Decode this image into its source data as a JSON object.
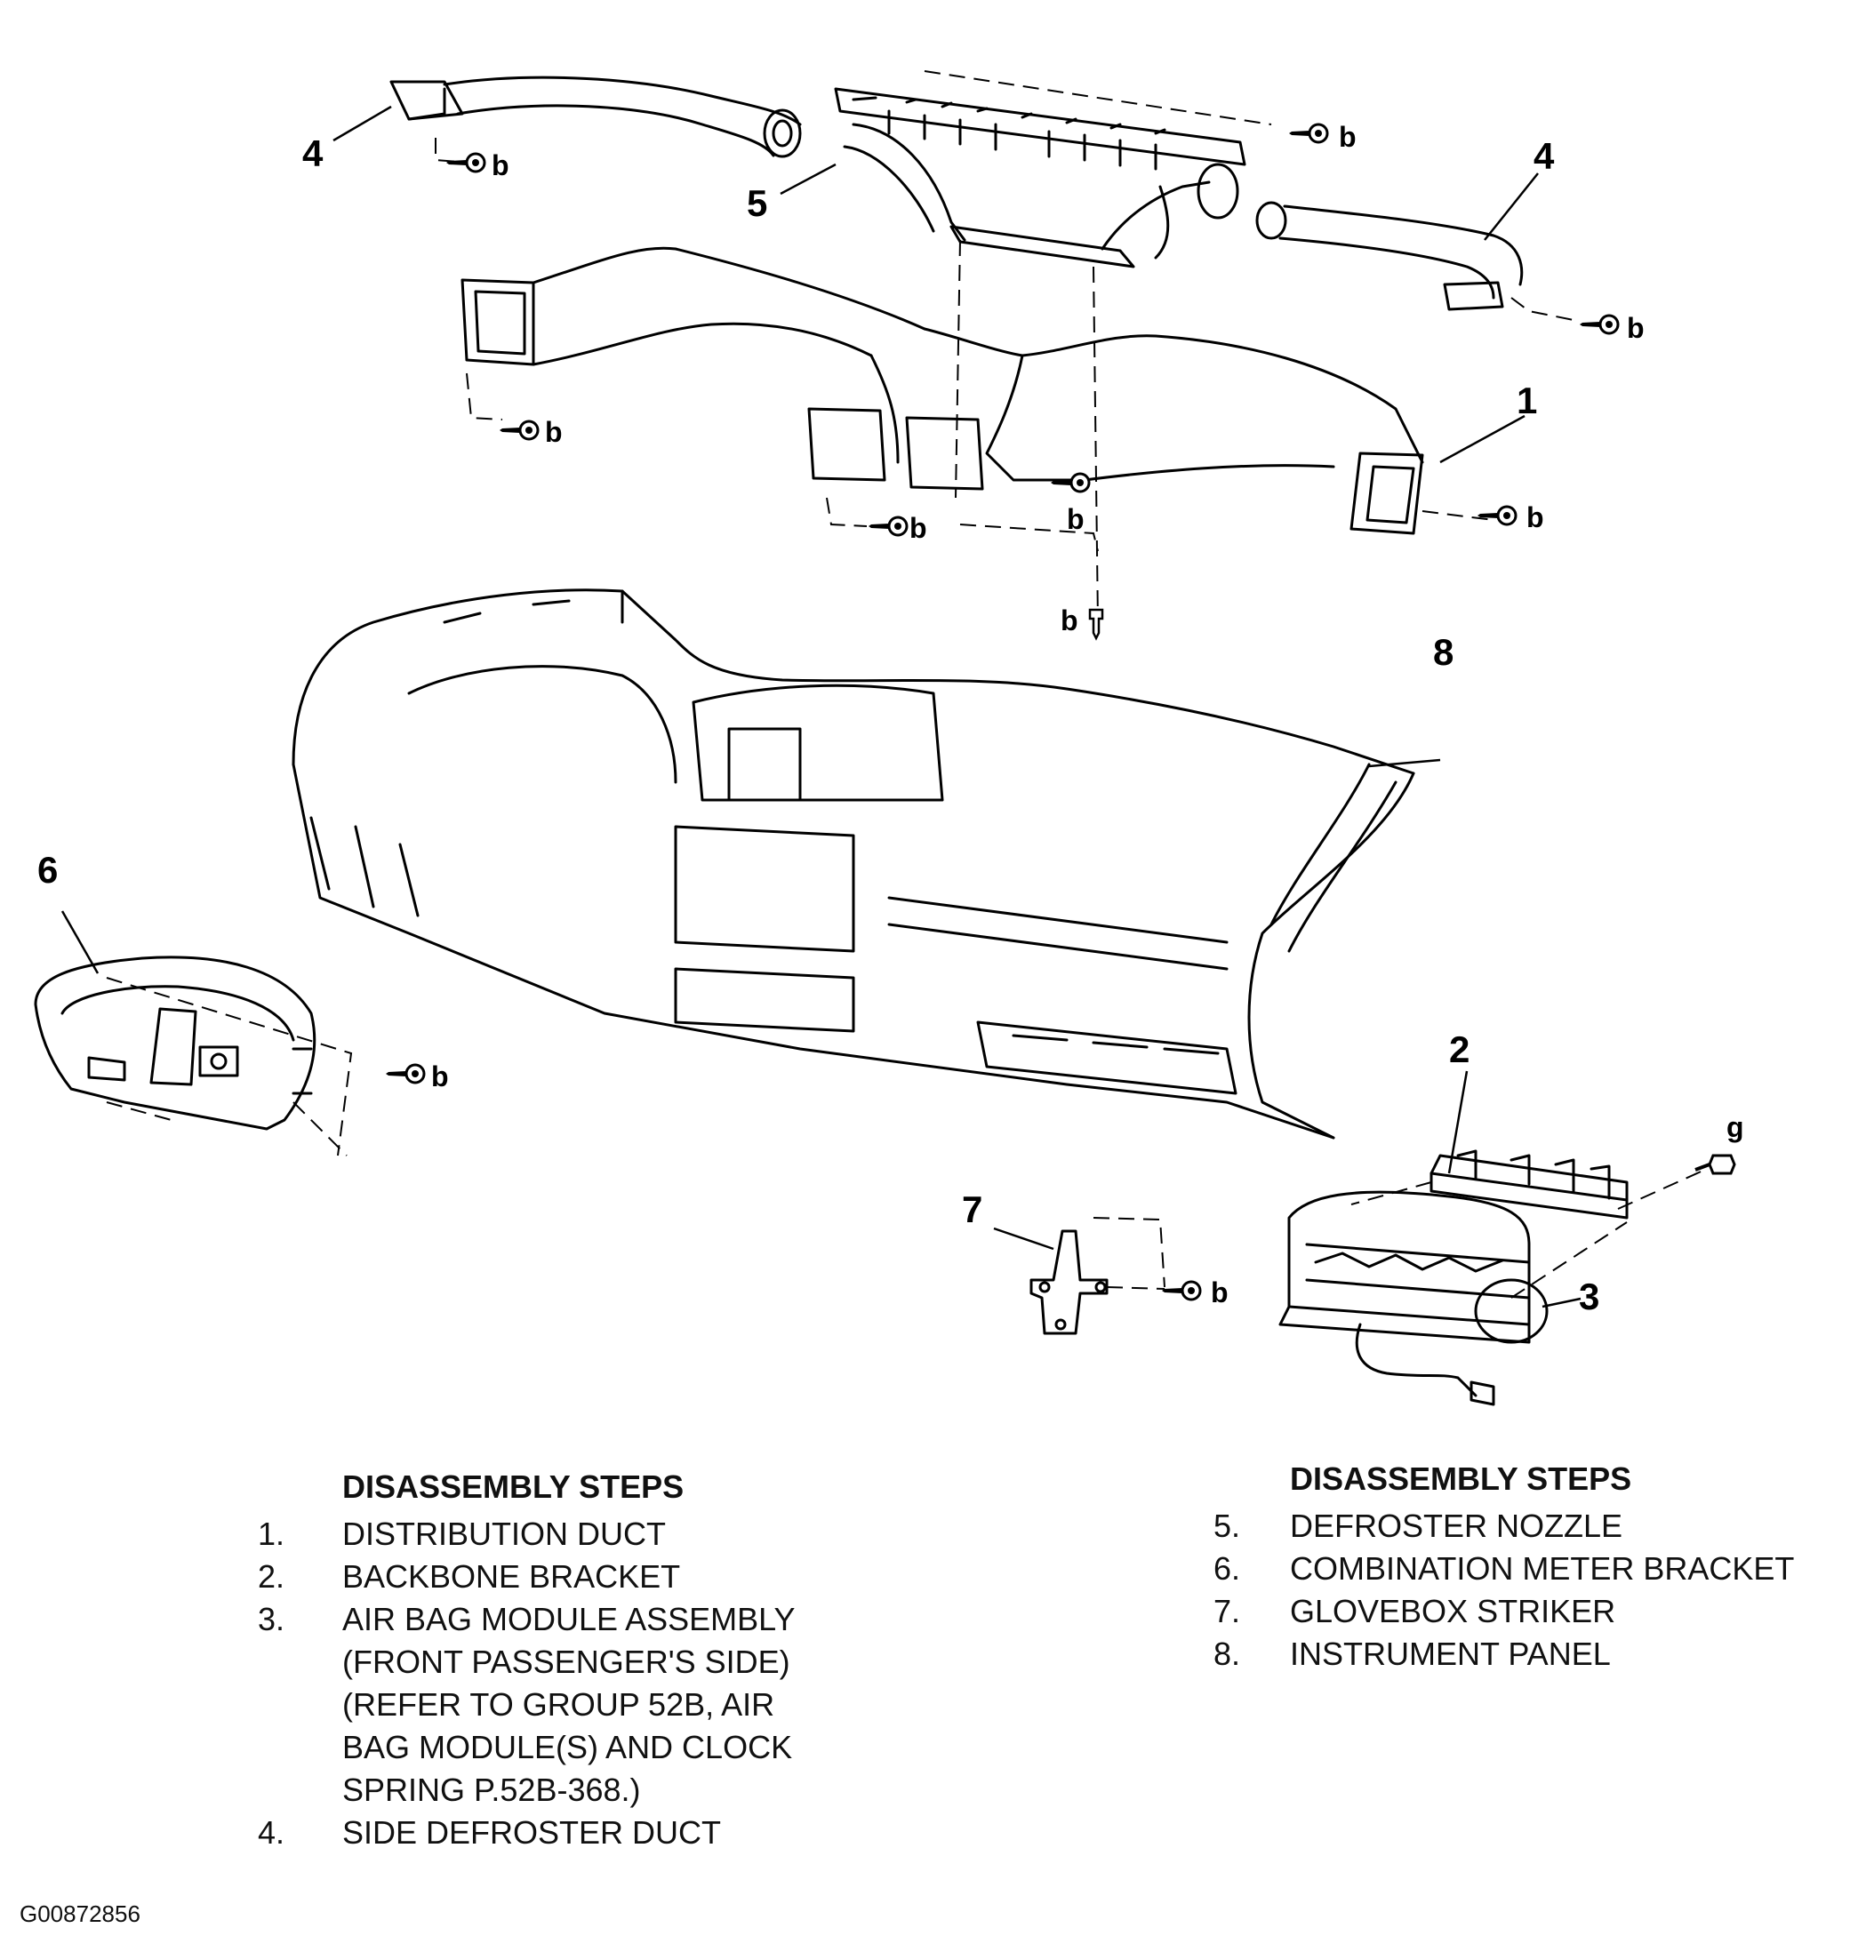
{
  "callouts": [
    "1",
    "2",
    "3",
    "4",
    "5",
    "6",
    "7",
    "8"
  ],
  "fasteners": {
    "b": "b",
    "g": "g"
  },
  "left_steps": {
    "heading": "DISASSEMBLY STEPS",
    "items": [
      {
        "num": "1.",
        "text": "DISTRIBUTION DUCT"
      },
      {
        "num": "2.",
        "text": "BACKBONE BRACKET"
      },
      {
        "num": "3.",
        "text": "AIR BAG MODULE ASSEMBLY\n(FRONT PASSENGER'S SIDE)\n(REFER TO GROUP 52B, AIR\nBAG MODULE(S) AND CLOCK\nSPRING P.52B-368.)"
      },
      {
        "num": "4.",
        "text": "SIDE DEFROSTER DUCT"
      }
    ]
  },
  "right_steps": {
    "heading": "DISASSEMBLY STEPS",
    "items": [
      {
        "num": "5.",
        "text": "DEFROSTER NOZZLE"
      },
      {
        "num": "6.",
        "text": "COMBINATION METER BRACKET"
      },
      {
        "num": "7.",
        "text": "GLOVEBOX STRIKER"
      },
      {
        "num": "8.",
        "text": "INSTRUMENT PANEL"
      }
    ]
  },
  "figure_code": "G00872856"
}
